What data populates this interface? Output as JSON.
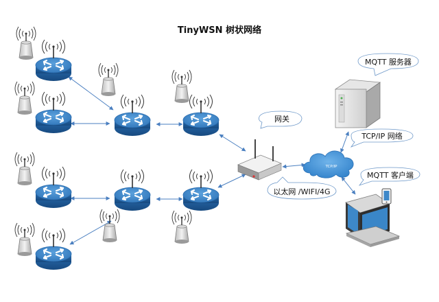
{
  "title": "TinyWSN  树状网络",
  "callouts": {
    "gateway": "网关",
    "mqtt_server": "MQTT 服务器",
    "tcpip_network": "TCP/IP 网络",
    "mqtt_client": "MQTT 客户端",
    "uplink": "以太网 /WIFI/4G"
  },
  "cloud_text": "TCP/IP",
  "colors": {
    "router_top": "#3f86c9",
    "router_side": "#1e5a98",
    "cloud": "#3f8fd6",
    "link": "#5b8fc8",
    "sensor": "#e8e8e8"
  },
  "icons": {
    "router": "wireless-router-icon",
    "sensor": "wireless-sensor-icon",
    "gateway": "gateway-device-icon",
    "server": "server-tower-icon",
    "laptop": "laptop-icon",
    "phone": "smartphone-icon",
    "cloud": "cloud-icon"
  }
}
